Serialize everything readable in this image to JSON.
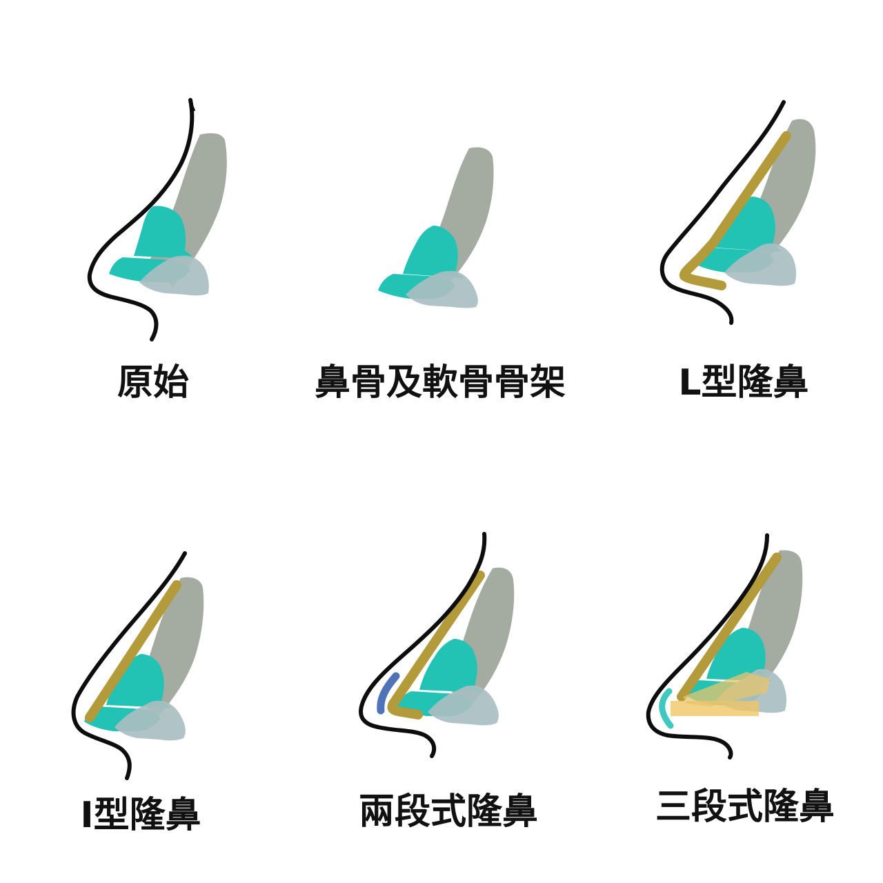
{
  "colors": {
    "outline": "#0d0d0d",
    "nasal_bone": "#a4aca1",
    "upper_cartilage": "#22c2b4",
    "lower_cartilage": "#22c2b4",
    "septum_tip": "#a9bec1",
    "implant_silicone": "#b39a3a",
    "implant_tip_graft": "#4f72b8",
    "implant_tip_cap": "#3ec8bf",
    "implant_layer": "#f0c566"
  },
  "panels": [
    {
      "label": "原始"
    },
    {
      "label": "鼻骨及軟骨骨架"
    },
    {
      "label": "L型隆鼻"
    },
    {
      "label": "I型隆鼻"
    },
    {
      "label": "兩段式隆鼻"
    },
    {
      "label": "三段式隆鼻"
    }
  ]
}
